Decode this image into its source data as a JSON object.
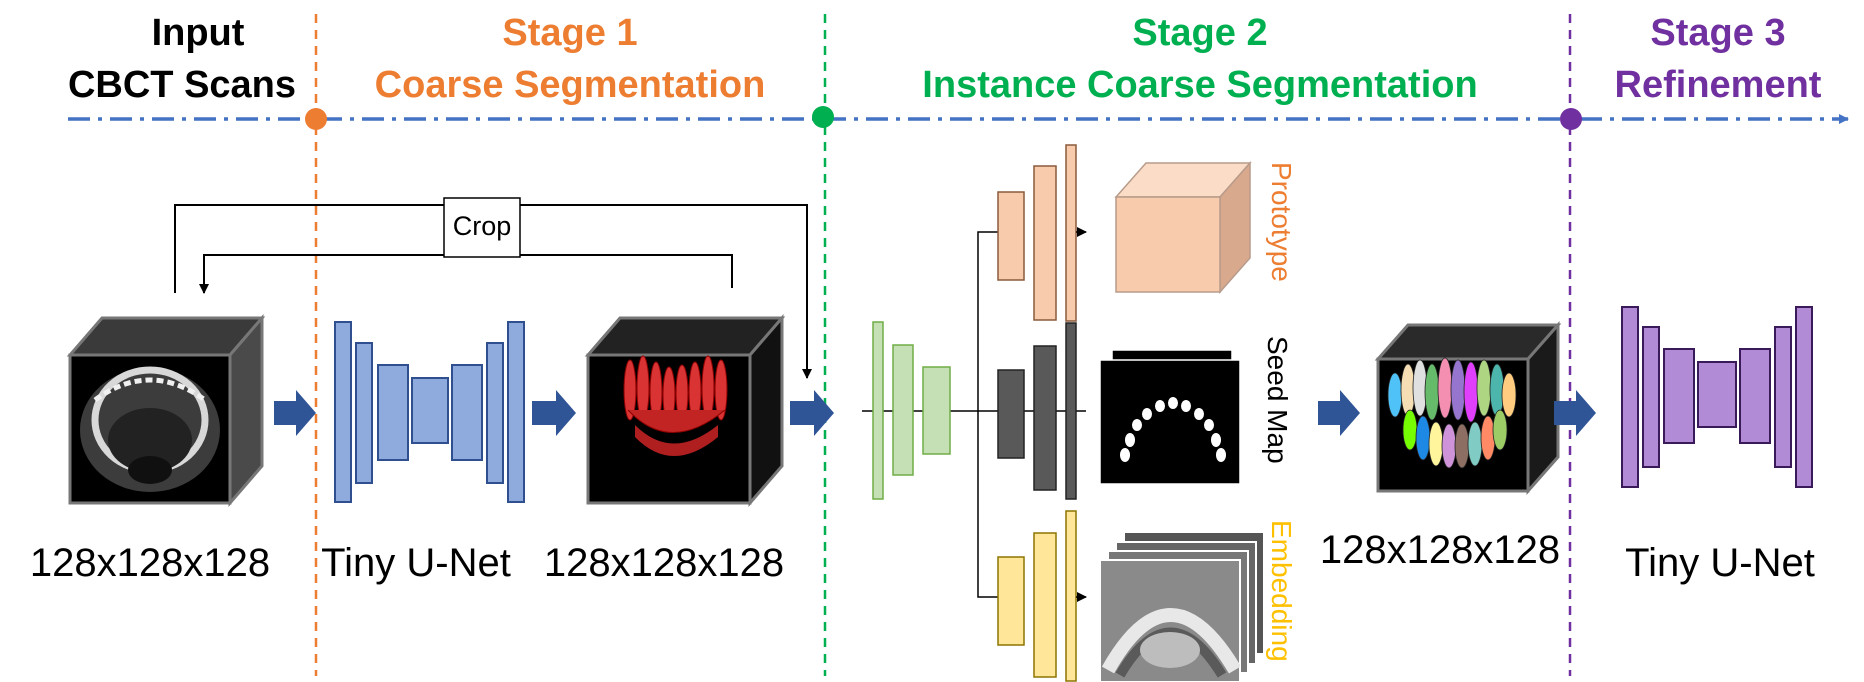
{
  "colors": {
    "input": "#000000",
    "stage1": "#ED7D31",
    "stage2": "#00B050",
    "stage3": "#7030A0",
    "timeline": "#4472C4",
    "unet_blue_fill": "#8FAADC",
    "unet_blue_stroke": "#2F4F8F",
    "green_fill": "#C5E0B4",
    "green_stroke": "#70AD47",
    "peach_fill": "#F8CBAD",
    "grey_fill": "#595959",
    "yellow_fill": "#FFE699",
    "purple_fill": "#B18BD6",
    "arrow_fill": "#2F5597",
    "teeth_red": "#D93333",
    "embedding_text": "#FFC000"
  },
  "headers": {
    "input_line1": "Input",
    "input_line2": "CBCT Scans",
    "stage1_line1": "Stage 1",
    "stage1_line2": "Coarse Segmentation",
    "stage2_line1": "Stage 2",
    "stage2_line2": "Instance Coarse Segmentation",
    "stage3_line1": "Stage 3",
    "stage3_line2": "Refinement"
  },
  "labels": {
    "crop": "Crop",
    "input_size": "128x128x128",
    "tiny_unet_1": "Tiny U-Net",
    "coarse_size": "128x128x128",
    "instance_size": "128x128x128",
    "tiny_unet_2": "Tiny U-Net",
    "prototype": "Prototype",
    "seed_map": "Seed Map",
    "embedding": "Embedding"
  },
  "icons": {
    "input_volume": "cbct-volume-icon",
    "coarse_volume": "red-teeth-volume-icon",
    "instance_volume": "colored-teeth-volume-icon",
    "prototype": "prototype-cube-icon",
    "seed_map": "seed-map-stack-icon",
    "embedding": "embedding-stack-icon"
  }
}
